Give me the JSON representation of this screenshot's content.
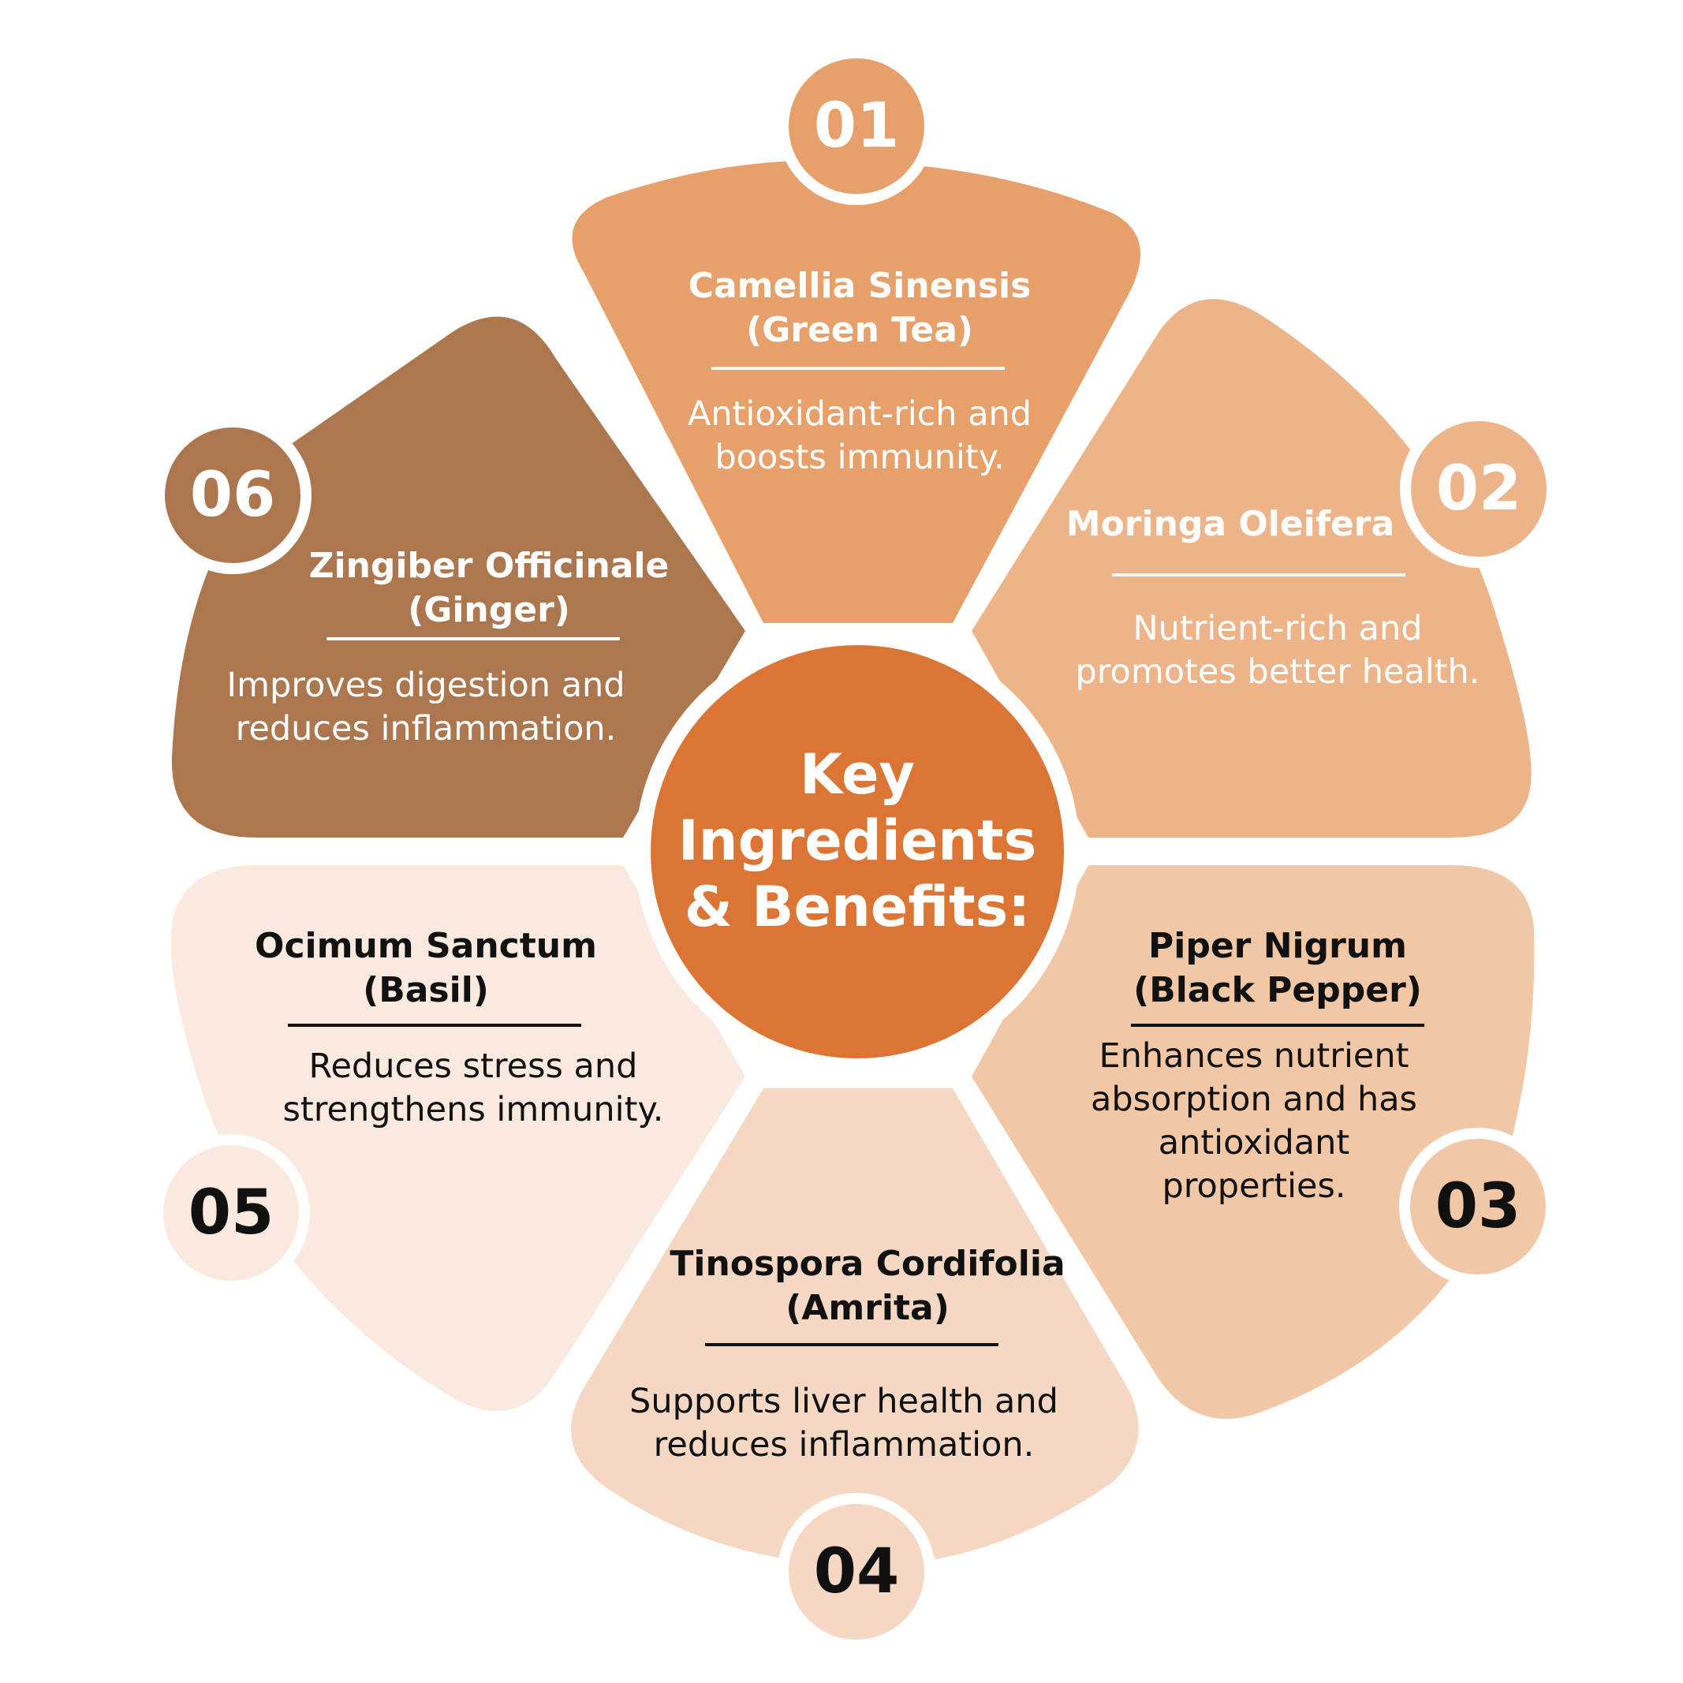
{
  "center": {
    "line1": "Key",
    "line2": "Ingredients",
    "line3": "& Benefits:"
  },
  "colors": {
    "center": "#DC7433",
    "petal_01": "#E8A06B",
    "petal_02": "#EDB48A",
    "petal_03": "#F1C7A6",
    "petal_04": "#F5D8C4",
    "petal_05": "#F9E9DF",
    "petal_06": "#AC774E"
  },
  "items": [
    {
      "number": "01",
      "title_1": "Camellia Sinensis",
      "title_2": "(Green Tea)",
      "desc_1": "Antioxidant-rich and",
      "desc_2": "boosts immunity."
    },
    {
      "number": "02",
      "title_1": "Moringa Oleifera",
      "title_2": "",
      "desc_1": "Nutrient-rich and",
      "desc_2": "promotes better health."
    },
    {
      "number": "03",
      "title_1": "Piper Nigrum",
      "title_2": "(Black Pepper)",
      "desc_1": "Enhances nutrient",
      "desc_2": "absorption and has",
      "desc_3": "antioxidant",
      "desc_4": "properties."
    },
    {
      "number": "04",
      "title_1": "Tinospora Cordifolia",
      "title_2": "(Amrita)",
      "desc_1": "Supports liver health and",
      "desc_2": "reduces inflammation."
    },
    {
      "number": "05",
      "title_1": "Ocimum Sanctum",
      "title_2": "(Basil)",
      "desc_1": "Reduces stress and",
      "desc_2": "strengthens immunity."
    },
    {
      "number": "06",
      "title_1": "Zingiber Officinale",
      "title_2": "(Ginger)",
      "desc_1": "Improves digestion and",
      "desc_2": "reduces inflammation."
    }
  ]
}
